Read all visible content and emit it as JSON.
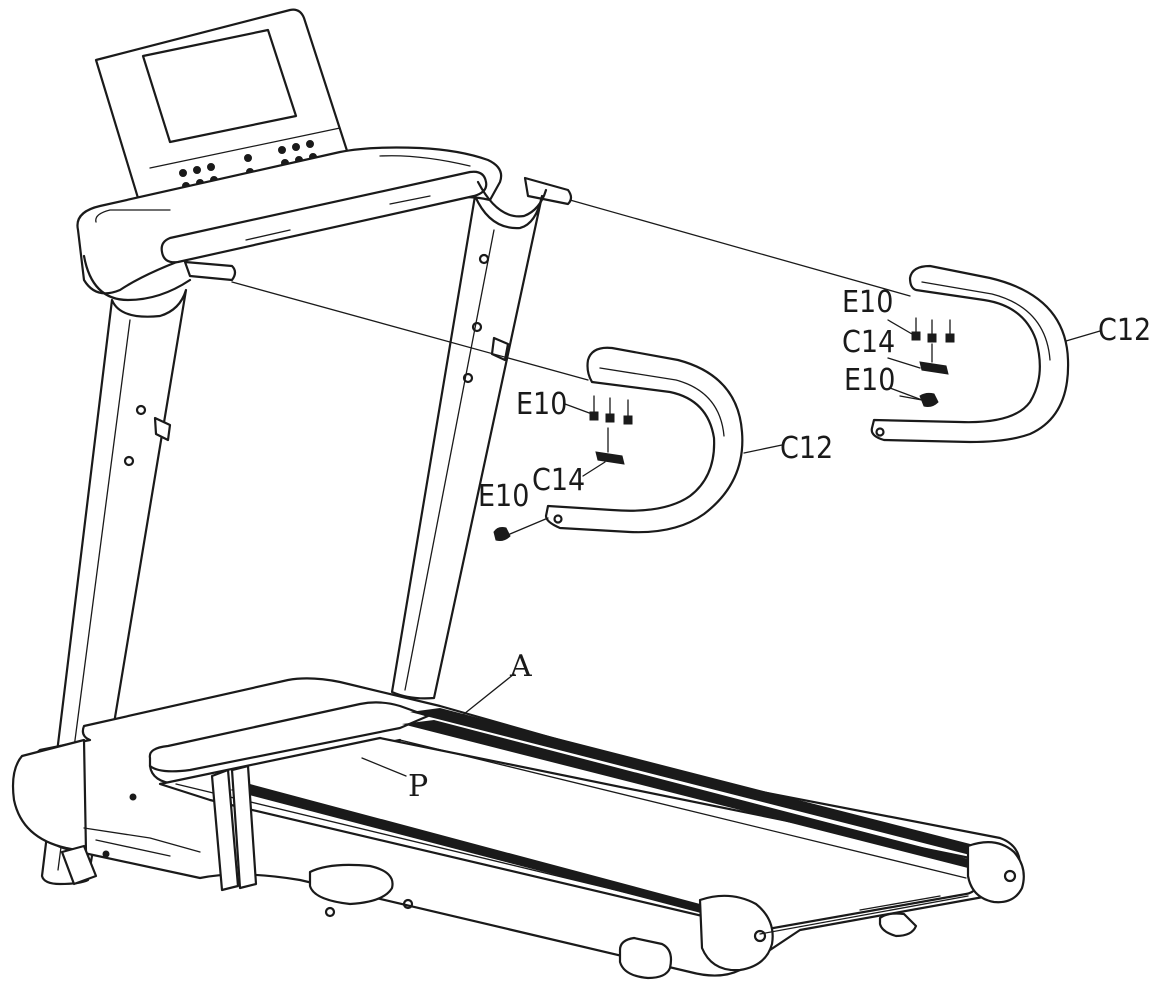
{
  "callouts": {
    "e10_left_top": "E10",
    "c14_left": "C14",
    "e10_left_bottom": "E10",
    "c12_left": "C12",
    "e10_right_top": "E10",
    "c14_right": "C14",
    "e10_right_bottom": "E10",
    "c12_right": "C12",
    "a_label": "A",
    "p_label": "P"
  }
}
